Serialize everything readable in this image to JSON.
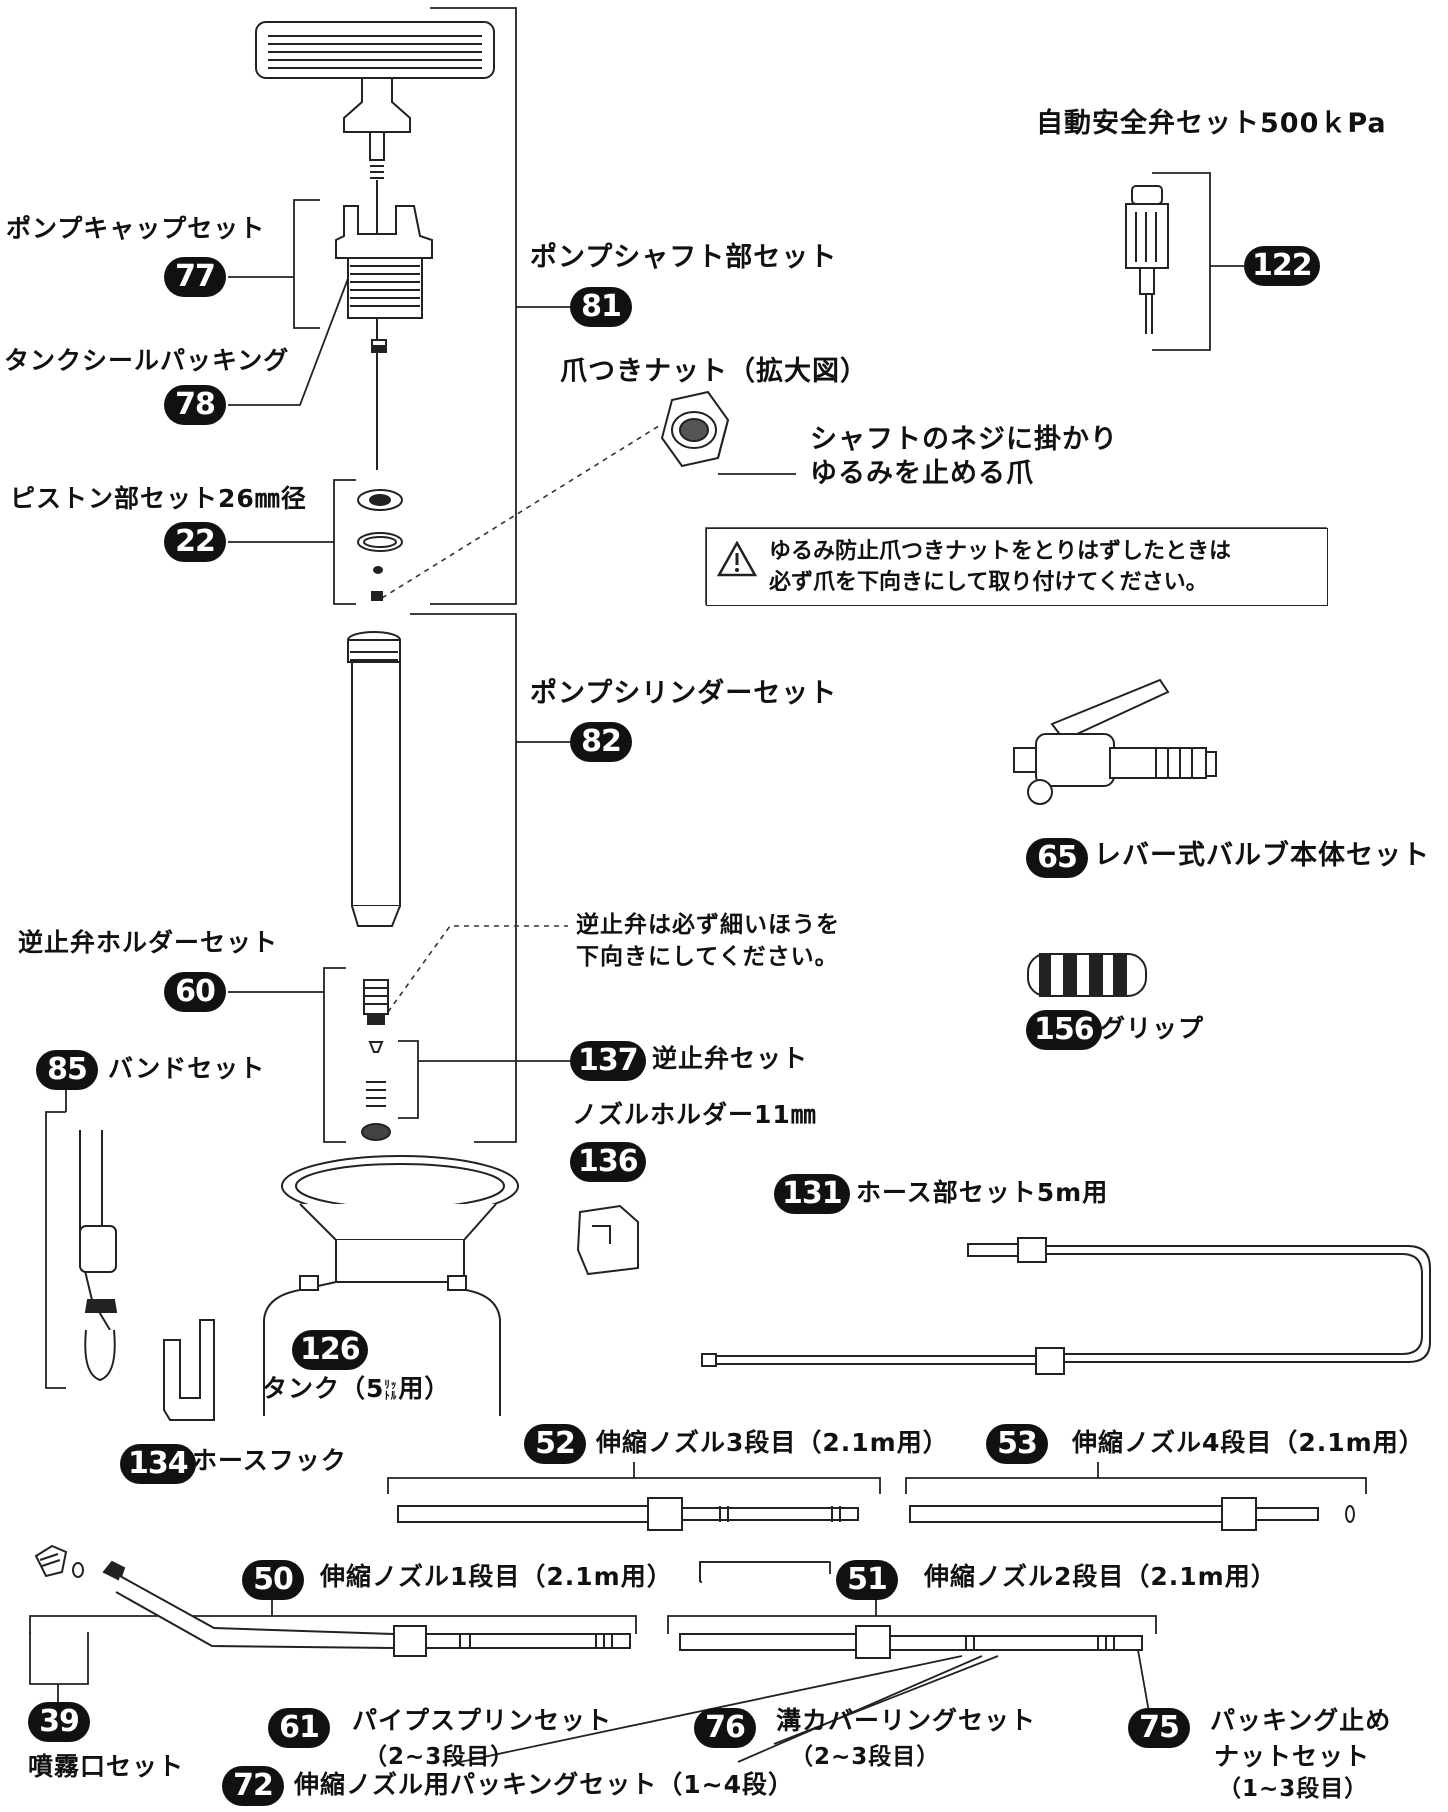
{
  "parts": {
    "auto_valve": {
      "label": "自動安全弁セット500ｋPa",
      "number": "122"
    },
    "pump_cap": {
      "label": "ポンプキャップセット",
      "number": "77"
    },
    "pump_shaft": {
      "label": "ポンプシャフト部セット",
      "number": "81"
    },
    "tank_seal": {
      "label": "タンクシールパッキング",
      "number": "78"
    },
    "claw_nut": {
      "label": "爪つきナット（拡大図）"
    },
    "claw_note": {
      "line1": "シャフトのネジに掛かり",
      "line2": "ゆるみを止める爪"
    },
    "piston": {
      "label": "ピストン部セット26㎜径",
      "number": "22"
    },
    "warning": {
      "line1": "ゆるみ防止爪つきナットをとりはずしたときは",
      "line2": "必ず爪を下向きにして取り付けてください。"
    },
    "cylinder": {
      "label": "ポンプシリンダーセット",
      "number": "82"
    },
    "lever_valve": {
      "label": "レバー式バルブ本体セット",
      "number": "65"
    },
    "check_holder": {
      "label": "逆止弁ホルダーセット",
      "number": "60"
    },
    "check_note": {
      "line1": "逆止弁は必ず細いほうを",
      "line2": "下向きにしてください。"
    },
    "grip": {
      "label": "グリップ",
      "number": "156"
    },
    "band": {
      "label": "バンドセット",
      "number": "85"
    },
    "check_valve": {
      "label": "逆止弁セット",
      "number": "137"
    },
    "nozzle_holder": {
      "label": "ノズルホルダー11㎜",
      "number": "136"
    },
    "hose": {
      "label": "ホース部セット5m用",
      "number": "131"
    },
    "tank": {
      "label_main": "タンク（5",
      "label_unit": "ﾘｯﾄﾙ",
      "label_end": "用）",
      "number": "126"
    },
    "hose_hook": {
      "label": "ホースフック",
      "number": "134"
    },
    "nozzle3": {
      "label": "伸縮ノズル3段目（2.1m用）",
      "number": "52"
    },
    "nozzle4": {
      "label": "伸縮ノズル4段目（2.1m用）",
      "number": "53"
    },
    "nozzle1": {
      "label": "伸縮ノズル1段目（2.1m用）",
      "number": "50"
    },
    "nozzle2": {
      "label": "伸縮ノズル2段目（2.1m用）",
      "number": "51"
    },
    "spray_tip": {
      "label": "噴霧口セット",
      "number": "39"
    },
    "pipe_spring": {
      "line1": "パイプスプリンセット",
      "line2": "（2~3段目）",
      "number": "61"
    },
    "groove_ring": {
      "line1": "溝カバーリングセット",
      "line2": "（2~3段目）",
      "number": "76"
    },
    "packing_nut": {
      "line1": "パッキング止め",
      "line2": "ナットセット",
      "line3": "（1~3段目）",
      "number": "75"
    },
    "nozzle_packing": {
      "label": "伸縮ノズル用パッキングセット（1~4段）",
      "number": "72"
    }
  }
}
